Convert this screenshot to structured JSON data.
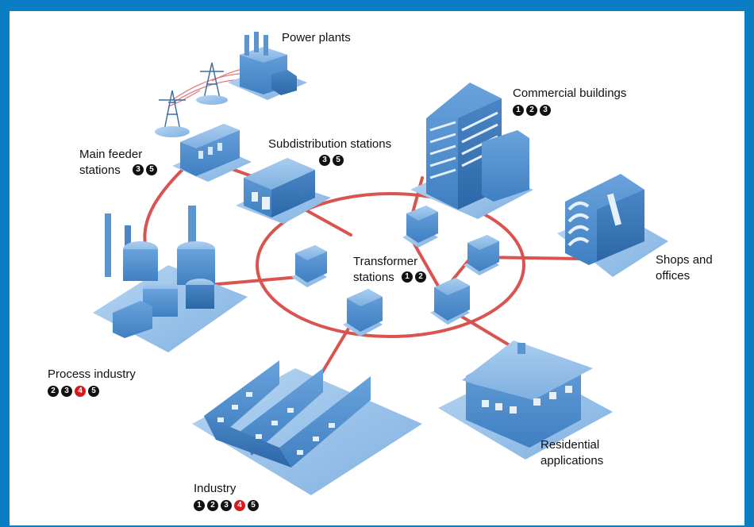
{
  "colors": {
    "frame": "#0a7dc4",
    "ring": "#d9534f",
    "building": "#5b95cf",
    "badge": "#111111",
    "badge_highlight": "#d71920"
  },
  "labels": {
    "power_plants": "Power plants",
    "commercial_buildings": "Commercial buildings",
    "main_feeder_line1": "Main feeder",
    "main_feeder_line2": "stations",
    "subdistribution": "Subdistribution stations",
    "transformer_line1": "Transformer",
    "transformer_line2": "stations",
    "shops_line1": "Shops and",
    "shops_line2": "offices",
    "process_industry": "Process industry",
    "residential_line1": "Residential",
    "residential_line2": "applications",
    "industry": "Industry"
  },
  "badges": {
    "commercial": [
      "1",
      "2",
      "3"
    ],
    "main_feeder": [
      "3",
      "5"
    ],
    "subdistribution": [
      "3",
      "5"
    ],
    "transformer": [
      "1",
      "2"
    ],
    "process_industry": [
      "2",
      "3",
      "4",
      "5"
    ],
    "industry": [
      "1",
      "2",
      "3",
      "4",
      "5"
    ]
  },
  "highlight_badge": "4"
}
